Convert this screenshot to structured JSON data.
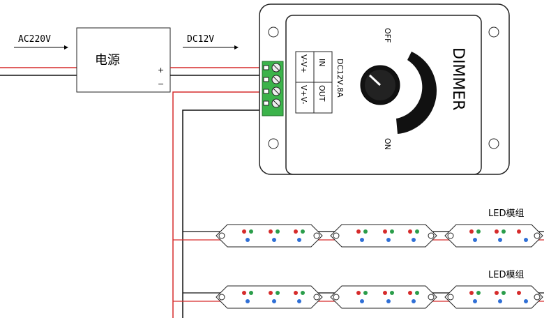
{
  "input_label": "AC220V",
  "output_label": "DC12V",
  "psu": {
    "label": "电源",
    "plus": "+",
    "minus": "−"
  },
  "dimmer": {
    "brand": "DIMMER",
    "rating": "DC12V,8A",
    "in_label": "IN",
    "out_label": "OUT",
    "in_terminals": "V-V+",
    "out_terminals": "V+V-",
    "off_label": "OFF",
    "on_label": "ON"
  },
  "led_module_label": "LED模组",
  "colors": {
    "red_wire": "#d62b2b",
    "black_wire": "#111111",
    "terminal_green": "#3bb34a"
  }
}
